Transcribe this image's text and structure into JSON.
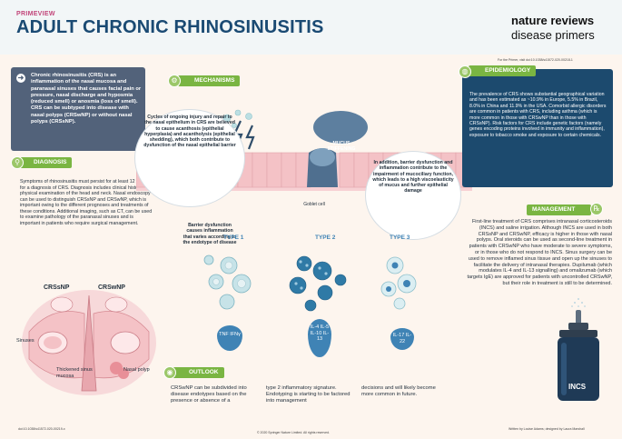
{
  "header": {
    "series": "PRIMEVIEW",
    "title": "ADULT CHRONIC RHINOSINUSITIS",
    "brand_line1": "nature reviews",
    "brand_line2": "disease primers",
    "doi_top": "For the Primer, visit doi:10.1038/s41572-020-00218-1"
  },
  "intro": {
    "text": "Chronic rhinosinusitis (CRS) is an inflammation of the nasal mucosa and paranasal sinuses that causes facial pain or pressure, nasal discharge and hyposmia (reduced smell) or anosmia (loss of smell). CRS can be subtyped into disease with nasal polyps (CRSwNP) or without nasal polyps (CRSsNP)."
  },
  "diagnosis": {
    "label": "DIAGNOSIS",
    "text": "Symptoms of rhinosinusitis must persist for at least 12 weeks for a diagnosis of CRS. Diagnosis includes clinical history and physical examination of the head and neck. Nasal endoscopy can be used to distinguish CRSsNP and CRSwNP, which is important owing to the different prognoses and treatments of these conditions. Additional imaging, such as CT, can be used to examine pathology of the paranasal sinuses and is important in patients who require surgical management.",
    "label_crssnp": "CRSsNP",
    "label_crswnp": "CRSwNP",
    "label_sinuses": "Sinuses",
    "label_thickened": "Thickened sinus mucosa",
    "label_polyp": "Nasal polyp"
  },
  "mechanisms": {
    "label": "MECHANISMS",
    "cycle_text": "Cycles of ongoing injury and repair to the nasal epithelium in CRS are believed to cause acanthosis (epithelial hyperplasia) and acantholysis (epithelial shedding), which both contribute to dysfunction of the nasal epithelial barrier",
    "mucus_label": "MUCUS STIFFENING",
    "goblet_label": "Goblet cell",
    "barrier_text": "In addition, barrier dysfunction and inflammation contribute to the impairment of mucociliary function, which leads to a high viscoelasticity of mucus and further epithelial damage",
    "barrier2_text": "Barrier dysfunction causes inflammation that varies according to the endotype of disease",
    "type1": "TYPE 1",
    "type2": "TYPE 2",
    "type3": "TYPE 3",
    "cytokines1": "TNF IFNγ",
    "cytokines2": "IL-4 IL-5 IL-10 IL-13",
    "cytokines3": "IL-17 IL-22"
  },
  "outlook": {
    "label": "OUTLOOK",
    "col1": "CRSwNP can be subdivided into disease endotypes based on the presence or absence of a",
    "col2": "type 2 inflammatory signature. Endotyping is starting to be factored into management",
    "col3": "decisions and will likely become more common in future."
  },
  "epidemiology": {
    "label": "EPIDEMIOLOGY",
    "text": "The prevalence of CRS shows substantial geographical variation and has been estimated as ~10.9% in Europe, 5.5% in Brazil, 8.0% in China and 11.9% in the USA. Comorbid allergic disorders are common in patients with CRS, including asthma (which is more common in those with CRSwNP than in those with CRSsNP). Risk factors for CRS include genetic factors (namely genes encoding proteins involved in immunity and inflammation), exposure to tobacco smoke and exposure to certain chemicals."
  },
  "management": {
    "label": "MANAGEMENT",
    "text": "First-line treatment of CRS comprises intranasal corticosteroids (INCS) and saline irrigation. Although INCS are used in both CRSsNP and CRSwNP, efficacy is higher in those with nasal polyps. Oral steroids can be used as second-line treatment in patients with CRSwNP who have moderate to severe symptoms, or in those who do not respond to INCS. Sinus surgery can be used to remove inflamed sinus tissue and open up the sinuses to facilitate the delivery of intranasal therapies. Dupilumab (which modulates IL-4 and IL-13 signalling) and omalizumab (which targets IgE) are approved for patients with uncontrolled CRSwNP, but their role in treatment is still to be determined.",
    "spray_label": "INCS"
  },
  "footer": {
    "doi": "doi:10.1038/s41572-020-00219-x",
    "copyright": "© 2020 Springer Nature Limited. All rights reserved.",
    "credits": "Written by Louise Adams; designed by Laura Marshall"
  },
  "colors": {
    "header_title": "#1a4a73",
    "pill_green": "#7ab542",
    "intro_box": "#52627a",
    "epi_box": "#1c4a6e",
    "type_blue": "#3f83b5",
    "tissue_pink": "#f4c2c6"
  }
}
